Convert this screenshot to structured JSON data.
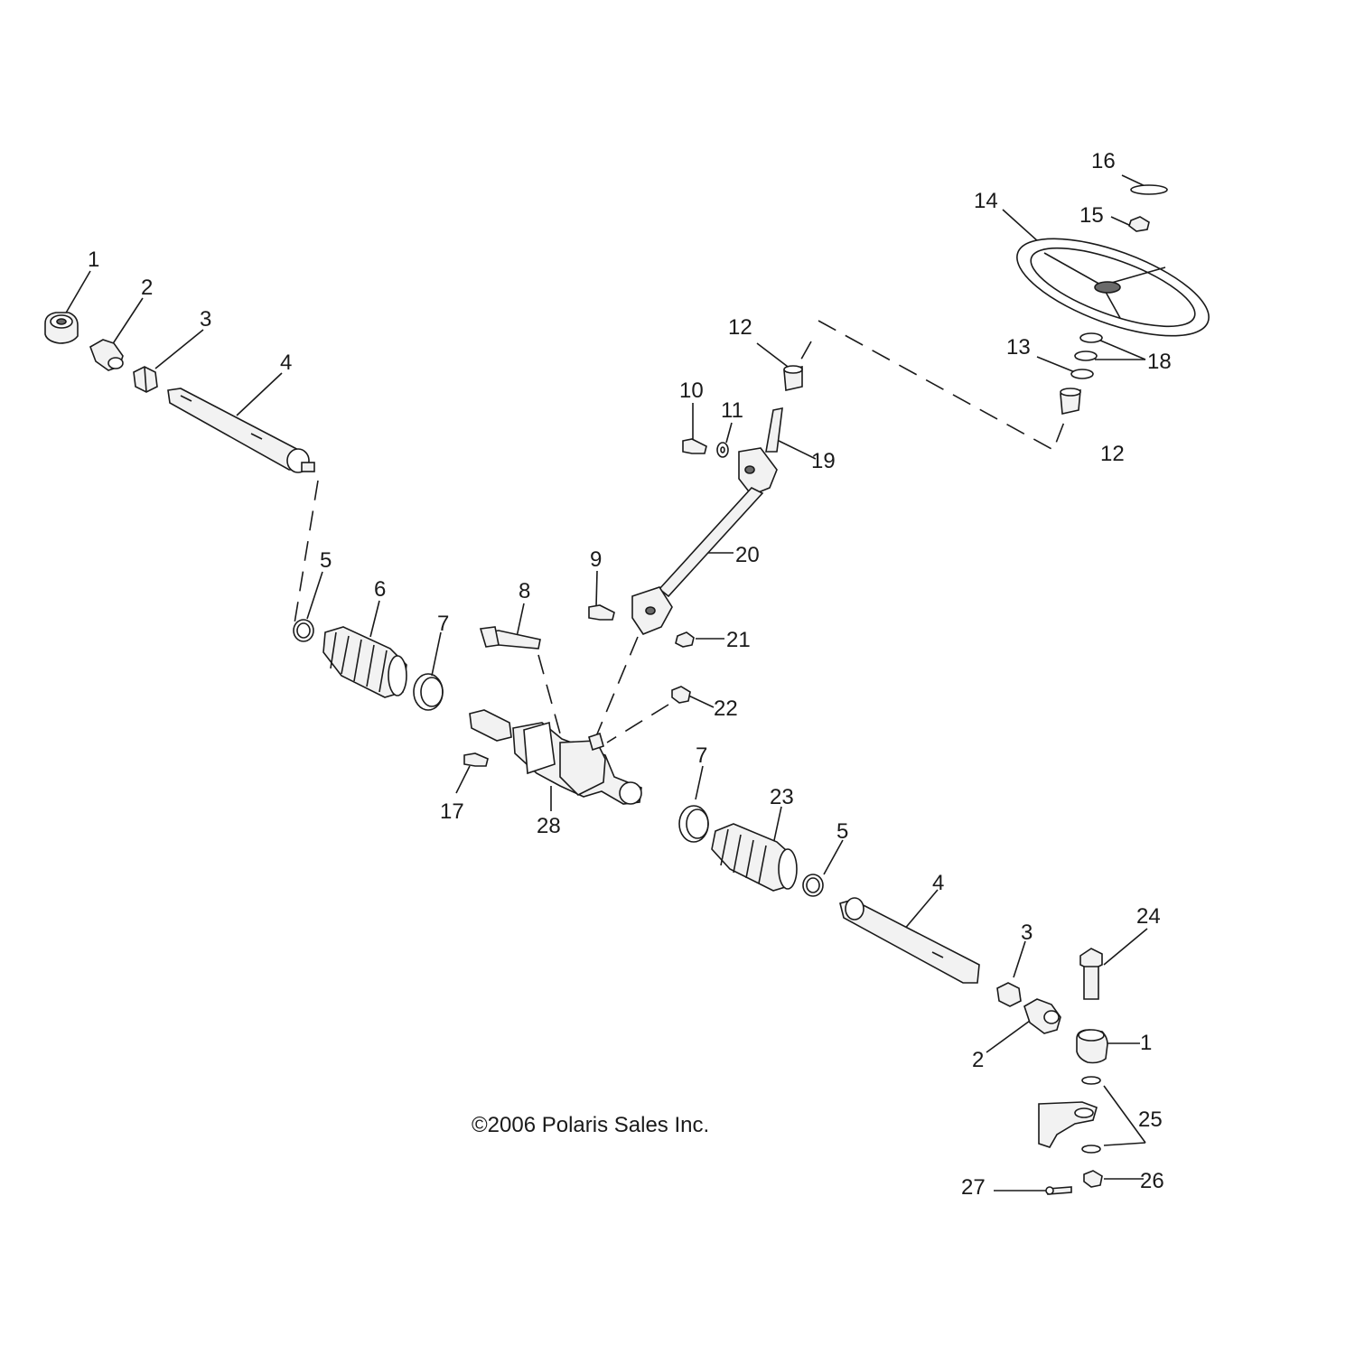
{
  "copyright": "©2006 Polaris Sales Inc.",
  "callouts": {
    "c1a": "1",
    "c2a": "2",
    "c3a": "3",
    "c4a": "4",
    "c5a": "5",
    "c6": "6",
    "c7a": "7",
    "c8": "8",
    "c9": "9",
    "c10": "10",
    "c11": "11",
    "c12a": "12",
    "c12b": "12",
    "c13": "13",
    "c14": "14",
    "c15": "15",
    "c16": "16",
    "c17": "17",
    "c18": "18",
    "c19": "19",
    "c20": "20",
    "c21": "21",
    "c22": "22",
    "c23": "23",
    "c24": "24",
    "c25": "25",
    "c26": "26",
    "c27": "27",
    "c28": "28",
    "c7b": "7",
    "c5b": "5",
    "c4b": "4",
    "c3b": "3",
    "c2b": "2",
    "c1b": "1"
  }
}
